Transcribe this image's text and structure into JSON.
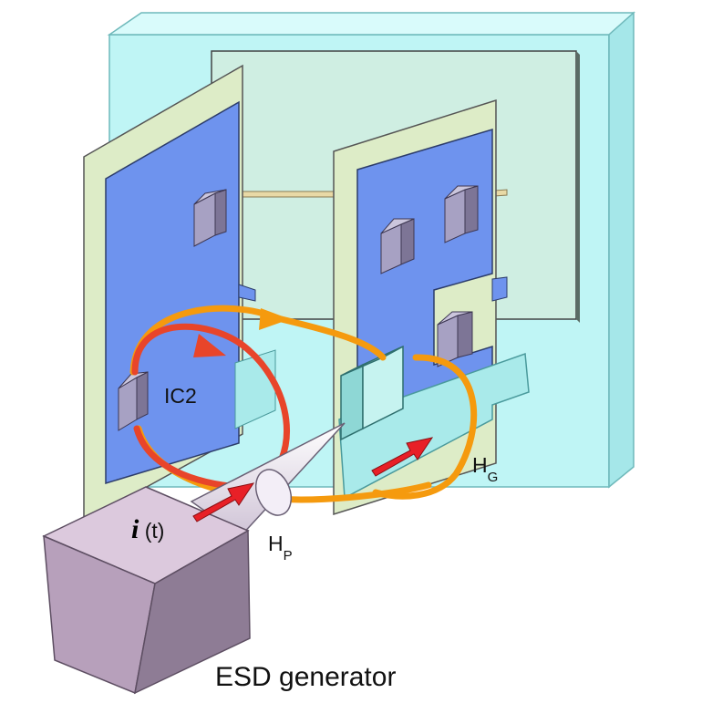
{
  "labels": {
    "ic": "IC2",
    "current_symbol": "i",
    "current_arg": " (t)",
    "hp_main": "H",
    "hp_sub": "P",
    "hg_main": "H",
    "hg_sub": "G",
    "generator": "ESD generator"
  },
  "colors": {
    "enclosure": "#bff5f5",
    "inner_plate": "#cfeee2",
    "pcb_frame": "#ddecc7",
    "pcb_board": "#6e93ee",
    "component": "#a7a1c3",
    "ic_box": "#c6f3f0",
    "ground_strip": "#a9eaea",
    "generator_body": "#c4adc6",
    "field_orange": "#f59a0e",
    "field_red": "#e8452a",
    "current_arrow": "#e82027"
  }
}
